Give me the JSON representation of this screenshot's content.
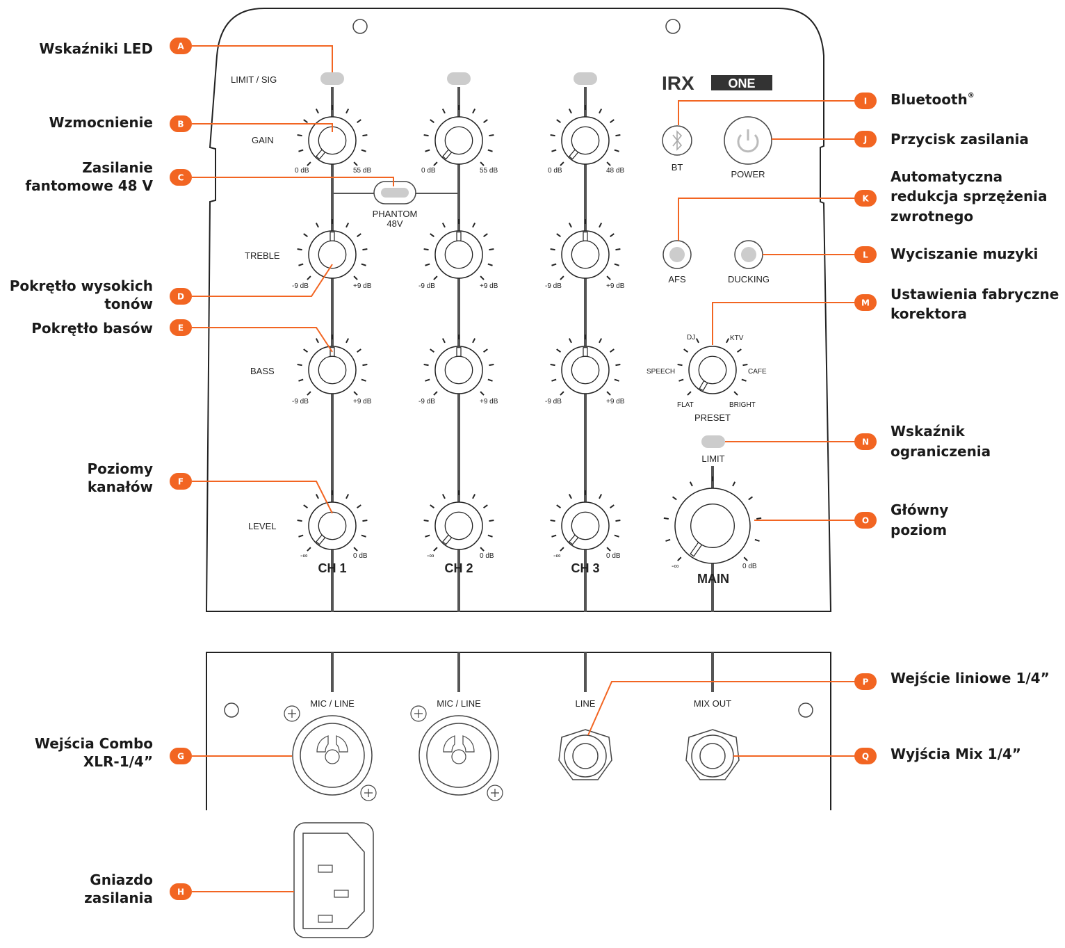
{
  "colors": {
    "accent": "#f26522",
    "panel_line": "#222222",
    "led": "#cccccc",
    "bar": "#555555"
  },
  "brand": "IRX ONE",
  "callouts": {
    "A": {
      "letter": "A",
      "line1": "Wskaźniki LED",
      "line2": ""
    },
    "B": {
      "letter": "B",
      "line1": "Wzmocnienie",
      "line2": ""
    },
    "C": {
      "letter": "C",
      "line1": "Zasilanie",
      "line2": "fantomowe 48 V"
    },
    "D": {
      "letter": "D",
      "line1": "Pokrętło wysokich",
      "line2": "tonów"
    },
    "E": {
      "letter": "E",
      "line1": "Pokrętło basów",
      "line2": ""
    },
    "F": {
      "letter": "F",
      "line1": "Poziomy",
      "line2": "kanałów"
    },
    "G": {
      "letter": "G",
      "line1": "Wejścia Combo",
      "line2": "XLR-1/4”"
    },
    "H": {
      "letter": "H",
      "line1": "Gniazdo",
      "line2": "zasilania"
    },
    "I": {
      "letter": "I",
      "line1": "Bluetooth",
      "line2": "",
      "sup": "®"
    },
    "J": {
      "letter": "J",
      "line1": "Przycisk zasilania",
      "line2": ""
    },
    "K": {
      "letter": "K",
      "line1": "Automatyczna",
      "line2": "redukcja sprzężenia",
      "line3": "zwrotnego"
    },
    "L": {
      "letter": "L",
      "line1": "Wyciszanie muzyki",
      "line2": ""
    },
    "M": {
      "letter": "M",
      "line1": "Ustawienia fabryczne",
      "line2": "korektora"
    },
    "N": {
      "letter": "N",
      "line1": "Wskaźnik",
      "line2": "ograniczenia"
    },
    "O": {
      "letter": "O",
      "line1": "Główny",
      "line2": "poziom"
    },
    "P": {
      "letter": "P",
      "line1": "Wejście liniowe 1/4”",
      "line2": ""
    },
    "Q": {
      "letter": "Q",
      "line1": "Wyjścia Mix 1/4”",
      "line2": ""
    }
  },
  "panel": {
    "limit_sig": "LIMIT / SIG",
    "gain": "GAIN",
    "treble": "TREBLE",
    "bass": "BASS",
    "level": "LEVEL",
    "phantom": "PHANTOM",
    "phantom_v": "48V",
    "bt": "BT",
    "power": "POWER",
    "afs": "AFS",
    "ducking": "DUCKING",
    "preset": "PRESET",
    "limit": "LIMIT",
    "main": "MAIN",
    "gain_min": "0 dB",
    "gain_max_ch1": "55 dB",
    "gain_max_ch2": "55 dB",
    "gain_max_ch3": "48 dB",
    "eq_min": "-9 dB",
    "eq_max": "+9 dB",
    "level_min": "-∞",
    "level_max": "0 dB",
    "presets": {
      "dj": "DJ",
      "ktv": "KTV",
      "speech": "SPEECH",
      "cafe": "CAFE",
      "flat": "FLAT",
      "bright": "BRIGHT"
    },
    "channels": [
      "CH 1",
      "CH 2",
      "CH 3"
    ]
  },
  "io": {
    "mic_line_1": "MIC / LINE",
    "mic_line_2": "MIC / LINE",
    "line": "LINE",
    "mix_out": "MIX OUT"
  }
}
